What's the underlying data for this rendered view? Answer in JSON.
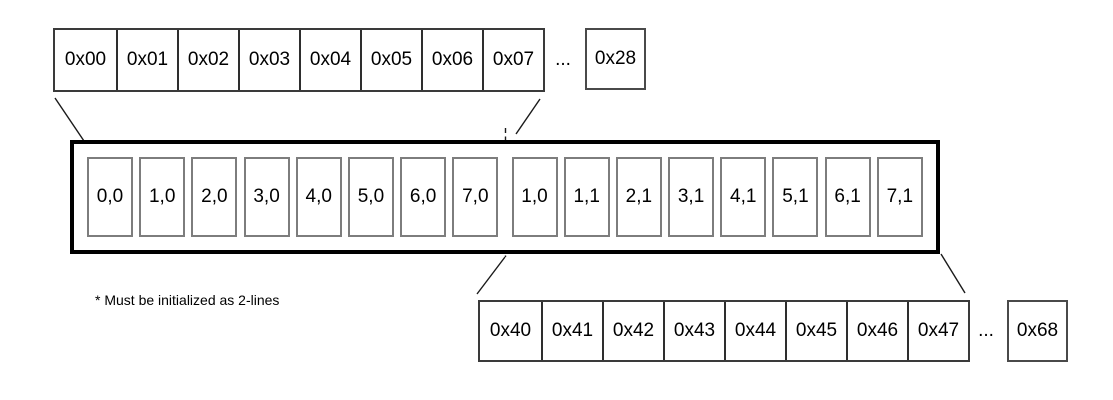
{
  "diagram": {
    "top_row": {
      "cells": [
        "0x00",
        "0x01",
        "0x02",
        "0x03",
        "0x04",
        "0x05",
        "0x06",
        "0x07"
      ],
      "ellipsis": "...",
      "overflow_cell": "0x28"
    },
    "buffer": {
      "cells": [
        "0,0",
        "1,0",
        "2,0",
        "3,0",
        "4,0",
        "5,0",
        "6,0",
        "7,0",
        "1,0",
        "1,1",
        "2,1",
        "3,1",
        "4,1",
        "5,1",
        "6,1",
        "7,1"
      ]
    },
    "bottom_row": {
      "cells": [
        "0x40",
        "0x41",
        "0x42",
        "0x43",
        "0x44",
        "0x45",
        "0x46",
        "0x47"
      ],
      "ellipsis": "...",
      "overflow_cell": "0x68"
    },
    "footnote": "* Must be initialized as 2-lines",
    "colors": {
      "connector_line": "#1a1a1a",
      "buffer_border": "#000000",
      "buffer_cell_border": "#7d7d7d",
      "address_row_border": "#3a3a3a",
      "background": "#ffffff"
    }
  }
}
